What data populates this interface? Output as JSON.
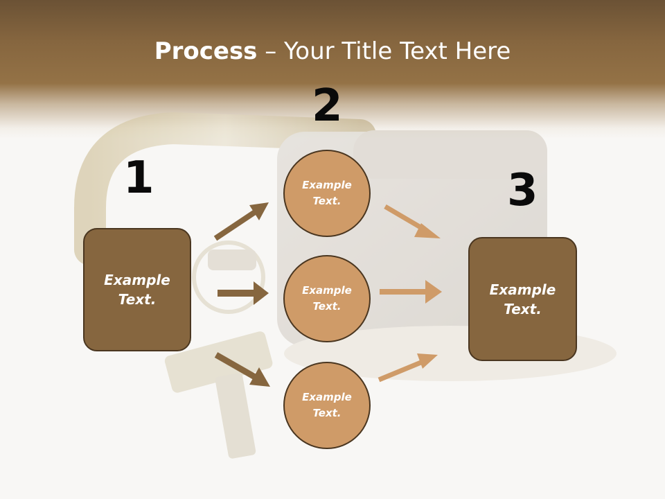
{
  "title": {
    "bold": "Process",
    "rest": " – Your Title Text Here"
  },
  "steps": {
    "one": "1",
    "two": "2",
    "three": "3"
  },
  "left_box": {
    "line1": "Example",
    "line2": "Text."
  },
  "right_box": {
    "line1": "Example",
    "line2": "Text."
  },
  "circles": [
    {
      "line1": "Example",
      "line2": "Text."
    },
    {
      "line1": "Example",
      "line2": "Text."
    },
    {
      "line1": "Example",
      "line2": "Text."
    }
  ],
  "colors": {
    "header": "#86663f",
    "box_fill": "#86663f",
    "circle_fill": "#cf9b68",
    "arrow_dark": "#86663f",
    "arrow_light": "#cf9b68",
    "number": "#0a0a0a"
  },
  "background_image": "padlock-with-keys"
}
